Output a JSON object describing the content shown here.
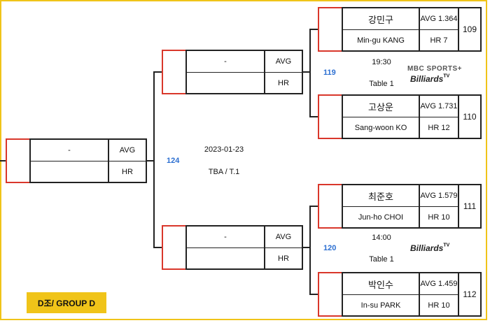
{
  "group_label": "D조/ GROUP D",
  "final": {
    "name": "-",
    "avg": "AVG",
    "hr": "HR",
    "match": "124",
    "date": "2023-01-23",
    "venue": "TBA / T.1"
  },
  "semi_top": {
    "name": "-",
    "avg": "AVG",
    "hr": "HR",
    "match": "119",
    "time": "19:30",
    "table": "Table 1"
  },
  "semi_bottom": {
    "name": "-",
    "avg": "AVG",
    "hr": "HR",
    "match": "120",
    "time": "14:00",
    "table": "Table 1"
  },
  "players": [
    {
      "name_kr": "강민구",
      "name_en": "Min-gu KANG",
      "avg": "AVG 1.364",
      "hr": "HR 7",
      "num": "109"
    },
    {
      "name_kr": "고상운",
      "name_en": "Sang-woon KO",
      "avg": "AVG 1.731",
      "hr": "HR 12",
      "num": "110"
    },
    {
      "name_kr": "최준호",
      "name_en": "Jun-ho CHOI",
      "avg": "AVG 1.579",
      "hr": "HR 10",
      "num": "111"
    },
    {
      "name_kr": "박인수",
      "name_en": "In-su PARK",
      "avg": "AVG 1.459",
      "hr": "HR 10",
      "num": "112"
    }
  ],
  "logos": {
    "mbc": "MBC SPORTS+",
    "billiards_tv": "Billiards",
    "tv_suffix": "TV"
  },
  "colors": {
    "frame": "#f0c419",
    "match_number": "#2c6fd1",
    "bracket_accent": "#d9372b",
    "group_badge": "#f0c419"
  }
}
